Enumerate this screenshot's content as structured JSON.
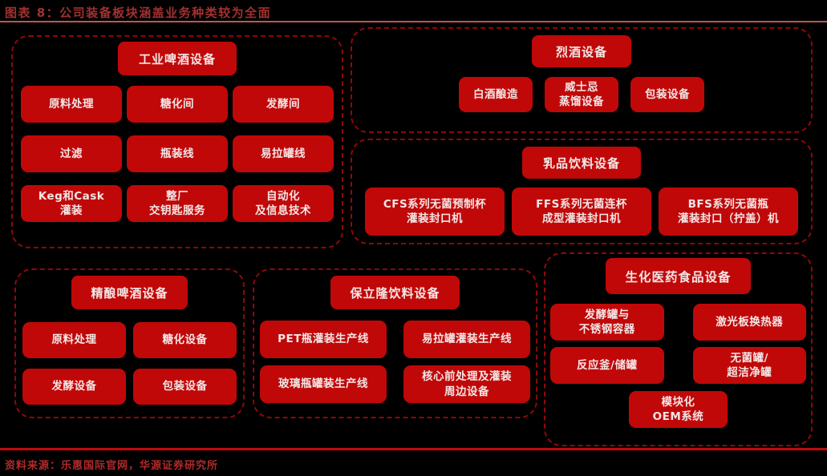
{
  "title": "图表 8：公司装备板块涵盖业务种类较为全面",
  "source": "资料来源：乐惠国际官网，华源证券研究所",
  "colors": {
    "background": "#000000",
    "box_red": "#c00808",
    "dashed_border_red": "#8f0808",
    "title_red": "#a23030",
    "title_underline_red": "#c25454",
    "divider_red": "#c00a0a",
    "source_red": "#b02a2a",
    "box_text": "#f4e6e6"
  },
  "groups": [
    {
      "header": "工业啤酒设备",
      "items": [
        "原料处理",
        "糖化间",
        "发酵间",
        "过滤",
        "瓶装线",
        "易拉罐线",
        "Keg和Cask\n灌装",
        "整厂\n交钥匙服务",
        "自动化\n及信息技术"
      ]
    },
    {
      "header": "烈酒设备",
      "items": [
        "白酒酿造",
        "威士忌\n蒸馏设备",
        "包装设备"
      ]
    },
    {
      "header": "乳品饮料设备",
      "items": [
        "CFS系列无菌预制杯\n灌装封口机",
        "FFS系列无菌连杯\n成型灌装封口机",
        "BFS系列无菌瓶\n灌装封口（拧盖）机"
      ]
    },
    {
      "header": "精酿啤酒设备",
      "items": [
        "原料处理",
        "糖化设备",
        "发酵设备",
        "包装设备"
      ]
    },
    {
      "header": "保立隆饮料设备",
      "items": [
        "PET瓶灌装生产线",
        "易拉罐灌装生产线",
        "玻璃瓶罐装生产线",
        "核心前处理及灌装\n周边设备"
      ]
    },
    {
      "header": "生化医药食品设备",
      "items": [
        "发酵罐与\n不锈钢容器",
        "激光板换热器",
        "反应釜/储罐",
        "无菌罐/\n超洁净罐",
        "模块化\nOEM系统"
      ]
    }
  ]
}
